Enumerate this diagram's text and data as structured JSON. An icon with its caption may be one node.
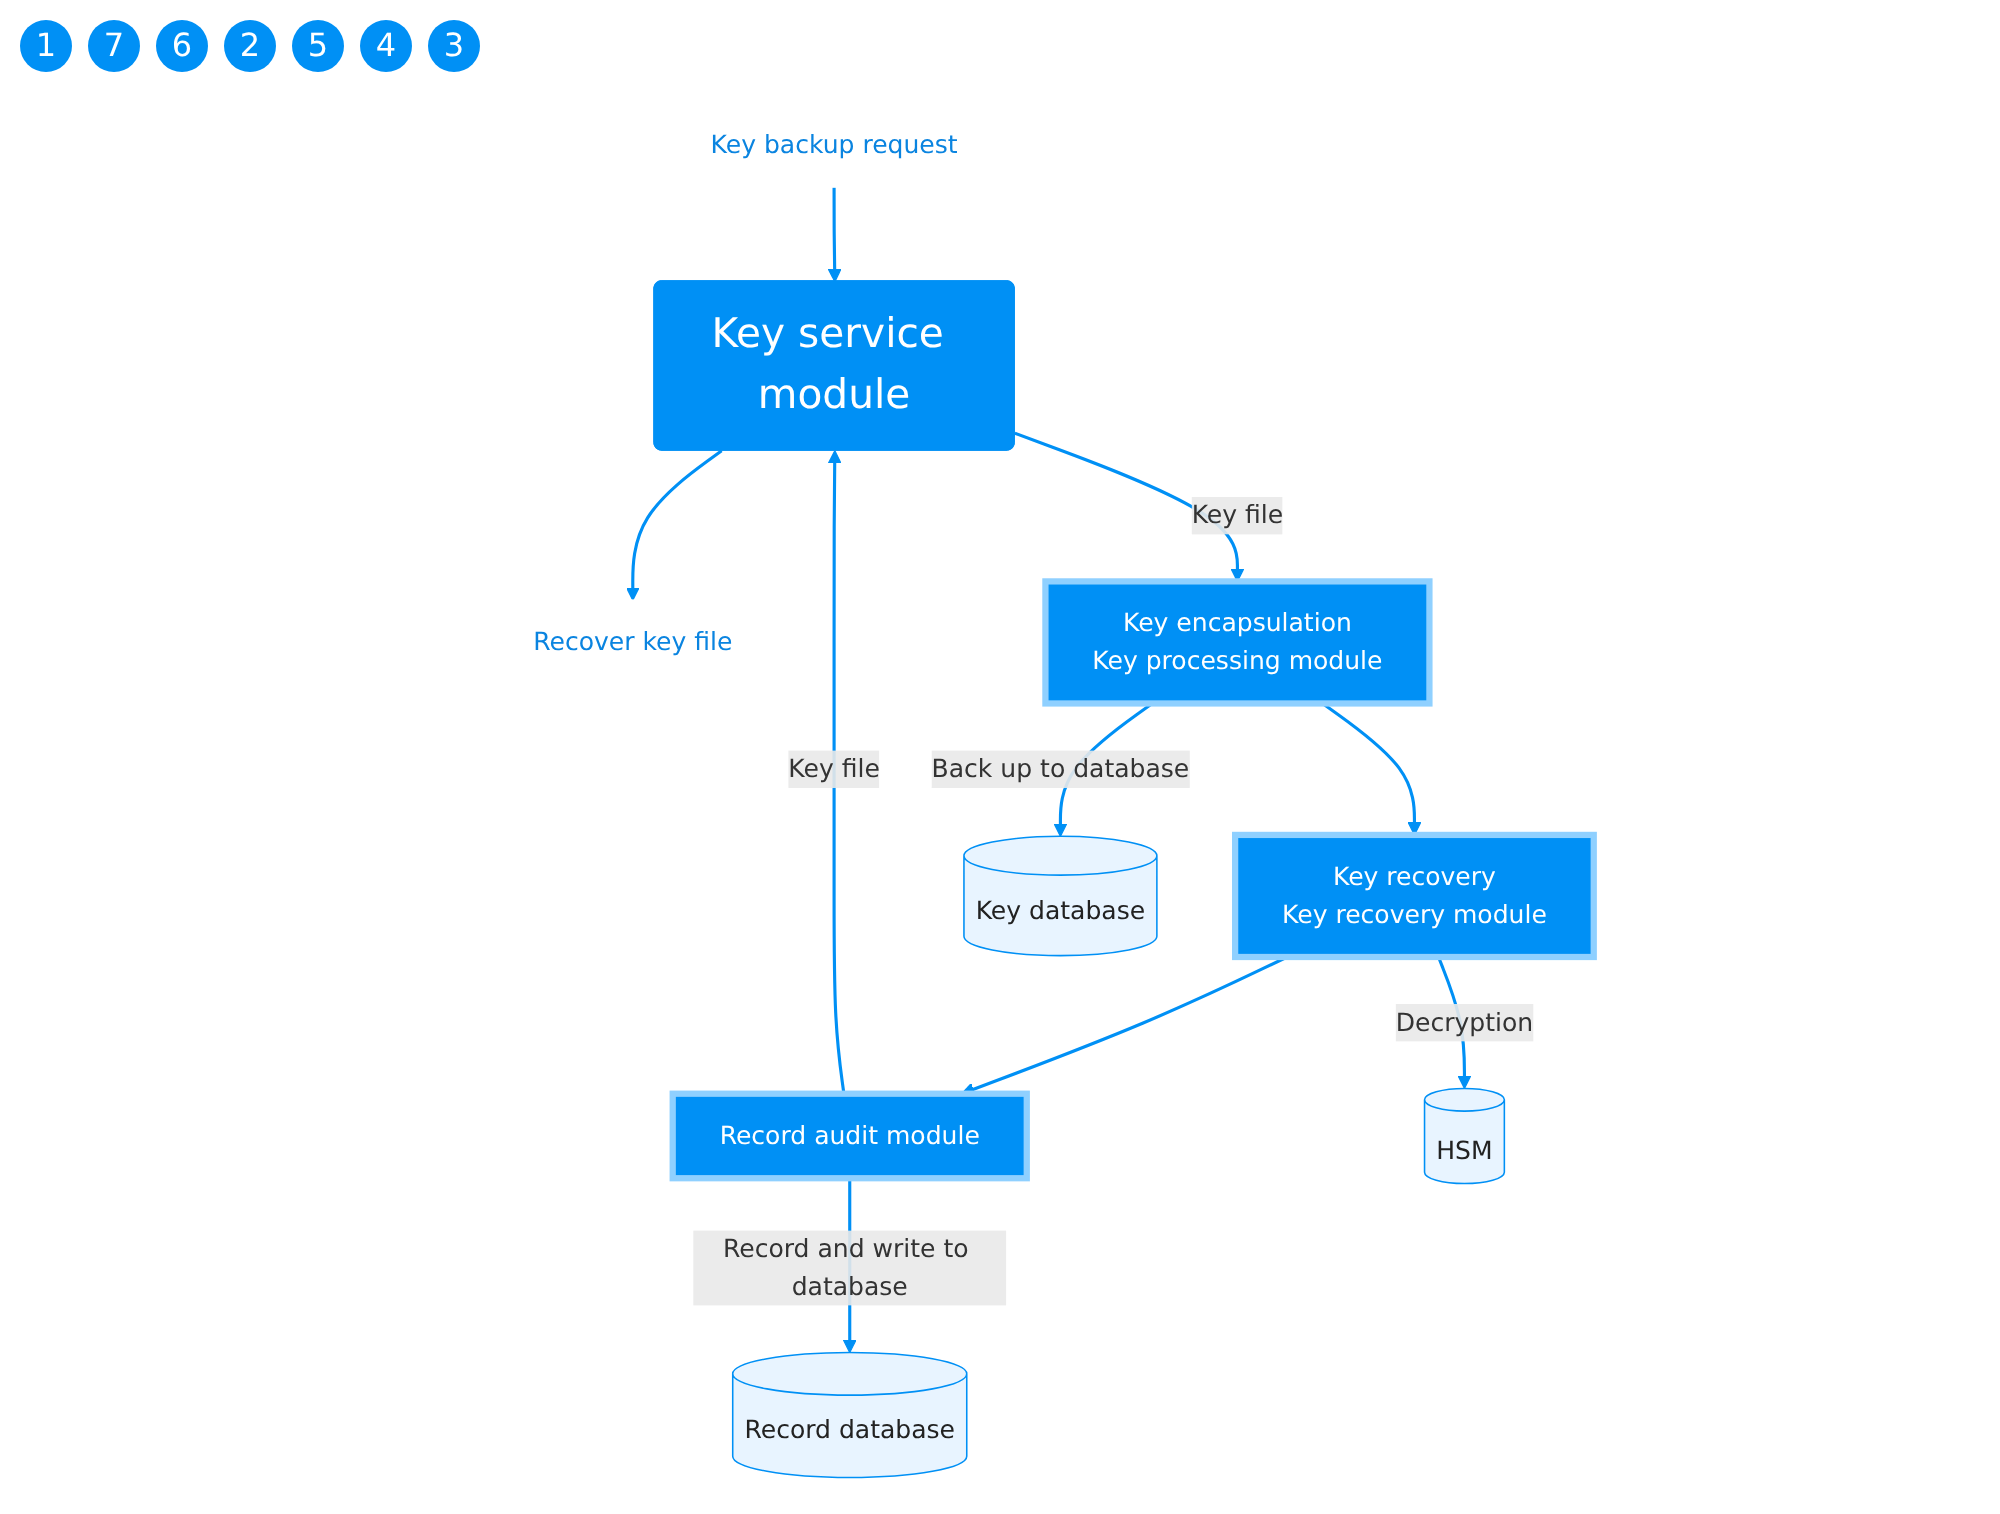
{
  "diagram": {
    "nodes": [
      {
        "text": [
          "Key service module"
        ]
      },
      {
        "text": [
          "Key backup request"
        ]
      },
      {
        "text": [
          "Recover key file"
        ]
      },
      {
        "text": [
          "Key encapsulation",
          "Key processing module"
        ]
      },
      {
        "text": [
          "Key recovery",
          "Key recovery module"
        ]
      },
      {
        "text": [
          "Record audit module"
        ]
      },
      {
        "text": [
          "Record database"
        ]
      },
      {
        "text": [
          "HSM"
        ]
      },
      {
        "text": [
          "Key database"
        ]
      }
    ],
    "edges": [
      {
        "from": 1,
        "to": 0,
        "arrow": "to"
      },
      {
        "from": 0,
        "to": 2,
        "arrow": "to"
      },
      {
        "from": 0,
        "to": 3,
        "arrow": "to",
        "label": "Key file"
      },
      {
        "from": 3,
        "to": 4,
        "arrow": "to"
      },
      {
        "from": 4,
        "to": 5,
        "arrow": "to"
      },
      {
        "from": 5,
        "to": 0,
        "arrow": "to",
        "label": "Key file"
      },
      {
        "from": 5,
        "to": 6,
        "arrow": "to",
        "label": "Record and write to database"
      },
      {
        "from": 4,
        "to": 7,
        "arrow": "to",
        "label": "Decryption"
      },
      {
        "from": 3,
        "to": 8,
        "arrow": "to",
        "label": "Back up to database"
      }
    ],
    "labels": [
      "1",
      "7",
      "6",
      "2",
      "5",
      "4",
      "3"
    ]
  }
}
